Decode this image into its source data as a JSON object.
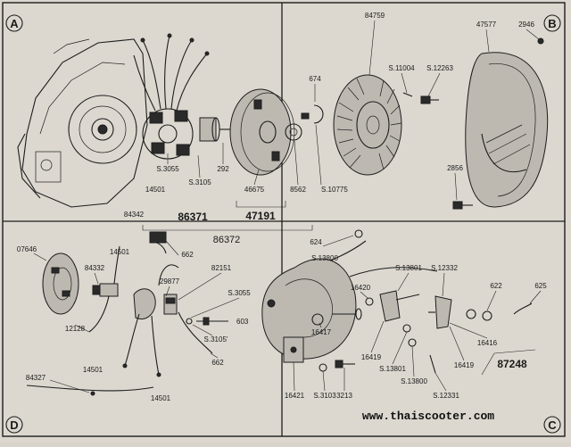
{
  "quadrants": {
    "a": "A",
    "b": "B",
    "c": "C",
    "d": "D"
  },
  "parts": {
    "p86371": "86371",
    "p86372": "86372",
    "p47191": "47191",
    "s3055_a": "S.3055",
    "s3105": "S.3105",
    "p292": "292",
    "p46675": "46675",
    "p8562": "8562",
    "s10775": "S.10775",
    "p674": "674",
    "p14501_a": "14501",
    "p84342": "84342",
    "p84759": "84759",
    "s11004": "S.11004",
    "s12263": "S.12263",
    "p47577": "47577",
    "p2946": "2946",
    "p2856": "2856",
    "p07646": "07646",
    "p14501_b": "14501",
    "p84332": "84332",
    "p29877": "29877",
    "p82151": "82151",
    "p662_a": "662",
    "s3055_d": "S.3055",
    "p603": "603",
    "s3105_d": "S.3105'",
    "p662_d": "662",
    "p12128": "12128",
    "p14501_c": "14501",
    "p84327": "84327",
    "p14501_d": "14501",
    "p624": "624",
    "s13800_a": "S.13800",
    "s13801_a": "S.13801",
    "s12332": "S.12332",
    "p16420": "16420",
    "p622": "622",
    "p625": "625",
    "p16417": "16417",
    "p16416": "16416",
    "p16419_a": "16419",
    "s13801_b": "S.13801",
    "s13800_b": "S.13800",
    "p16419_b": "16419",
    "p87248": "87248",
    "p16421": "16421",
    "s3103": "S.3103",
    "p3213": "3213",
    "s12331": "S.12331"
  },
  "watermark": "www.thaiscooter.com"
}
